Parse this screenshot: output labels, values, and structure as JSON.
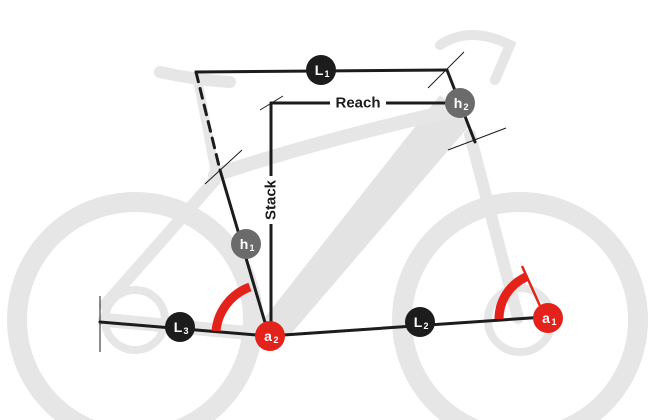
{
  "colors": {
    "label_dark": "#1c1c1c",
    "label_gray": "#6b6b6b",
    "angle_red": "#e3231b",
    "frame_ghost": "#e3e3e3"
  },
  "labels": {
    "L1": "L",
    "L1_sub": "1",
    "L2": "L",
    "L2_sub": "2",
    "L3": "L",
    "L3_sub": "3",
    "h1": "h",
    "h1_sub": "1",
    "h2": "h",
    "h2_sub": "2",
    "a1": "a",
    "a1_sub": "1",
    "a2": "a",
    "a2_sub": "2",
    "reach": "Reach",
    "stack": "Stack"
  }
}
